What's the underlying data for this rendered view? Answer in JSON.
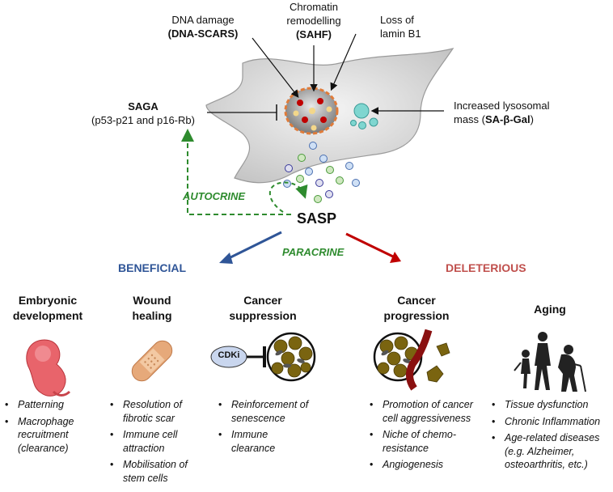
{
  "top": {
    "dna_damage_line1": "DNA damage",
    "dna_damage_line2": "(DNA-SCARS)",
    "chromatin_line1": "Chromatin",
    "chromatin_line2": "remodelling",
    "chromatin_line3": "(SAHF)",
    "lamin_line1": "Loss of",
    "lamin_line2": "lamin B1",
    "saga_line1": "SAGA",
    "saga_line2": "(p53-p21 and p16-Rb)",
    "lyso_line1": "Increased lysosomal",
    "lyso_line2_prefix": "mass (",
    "lyso_line2_bold": "SA-β-Gal",
    "lyso_line2_suffix": ")"
  },
  "center": {
    "autocrine": "AUTOCRINE",
    "sasp": "SASP",
    "paracrine": "PARACRINE",
    "beneficial": "BENEFICIAL",
    "deleterious": "DELETERIOUS"
  },
  "columns": [
    {
      "title_line1": "Embryonic",
      "title_line2": "development",
      "bullets": [
        "Patterning",
        "Macrophage recruitment (clearance)"
      ]
    },
    {
      "title_line1": "Wound",
      "title_line2": "healing",
      "bullets": [
        "Resolution of fibrotic scar",
        "Immune cell attraction",
        "Mobilisation of stem cells"
      ]
    },
    {
      "title_line1": "Cancer",
      "title_line2": "suppression",
      "bullets": [
        "Reinforcement of senescence",
        "Immune clearance"
      ]
    },
    {
      "title_line1": "Cancer",
      "title_line2": "progression",
      "bullets": [
        "Promotion of cancer cell aggressiveness",
        "Niche of chemo-resistance",
        "Angiogenesis"
      ]
    },
    {
      "title_line1": "Aging",
      "title_line2": "",
      "bullets": [
        "Tissue dysfunction",
        "Chronic Inflammation",
        "Age-related diseases (e.g. Alzheimer, osteoarthritis, etc.)"
      ]
    }
  ],
  "cdki_label": "CDKi",
  "colors": {
    "beneficial_blue": "#2f5597",
    "deleterious_red": "#c00000",
    "deleterious_text": "#c0504d",
    "green": "#2e8b2e",
    "nucleus_orange": "#e07b39"
  }
}
